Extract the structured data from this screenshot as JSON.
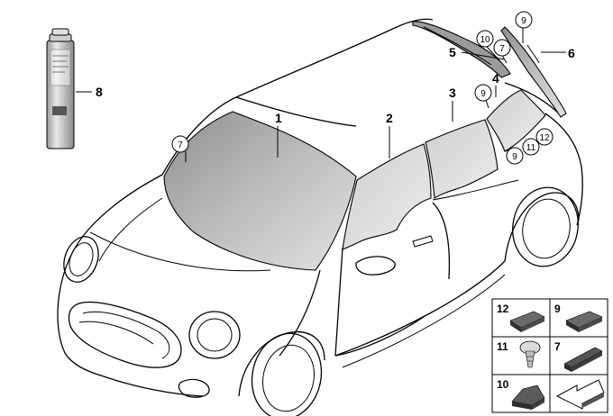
{
  "part_labels": {
    "p1": "1",
    "p2": "2",
    "p3": "3",
    "p4": "4",
    "p5": "5",
    "p6": "6",
    "p8": "8"
  },
  "circle_labels": {
    "c7_windshield": "7",
    "c9_top": "9",
    "c10_roof": "10",
    "c7_roof": "7",
    "c9_rear": "9",
    "c9_lower": "9",
    "c11_lower": "11",
    "c12_lower": "12"
  },
  "key_box": {
    "k12": "12",
    "k9": "9",
    "k11": "11",
    "k7": "7",
    "k10": "10"
  },
  "colors": {
    "glass_light": "#e6e6e6",
    "glass_dark": "#9b9b9b",
    "pad_dark": "#3d3d3d",
    "line": "#000000"
  }
}
